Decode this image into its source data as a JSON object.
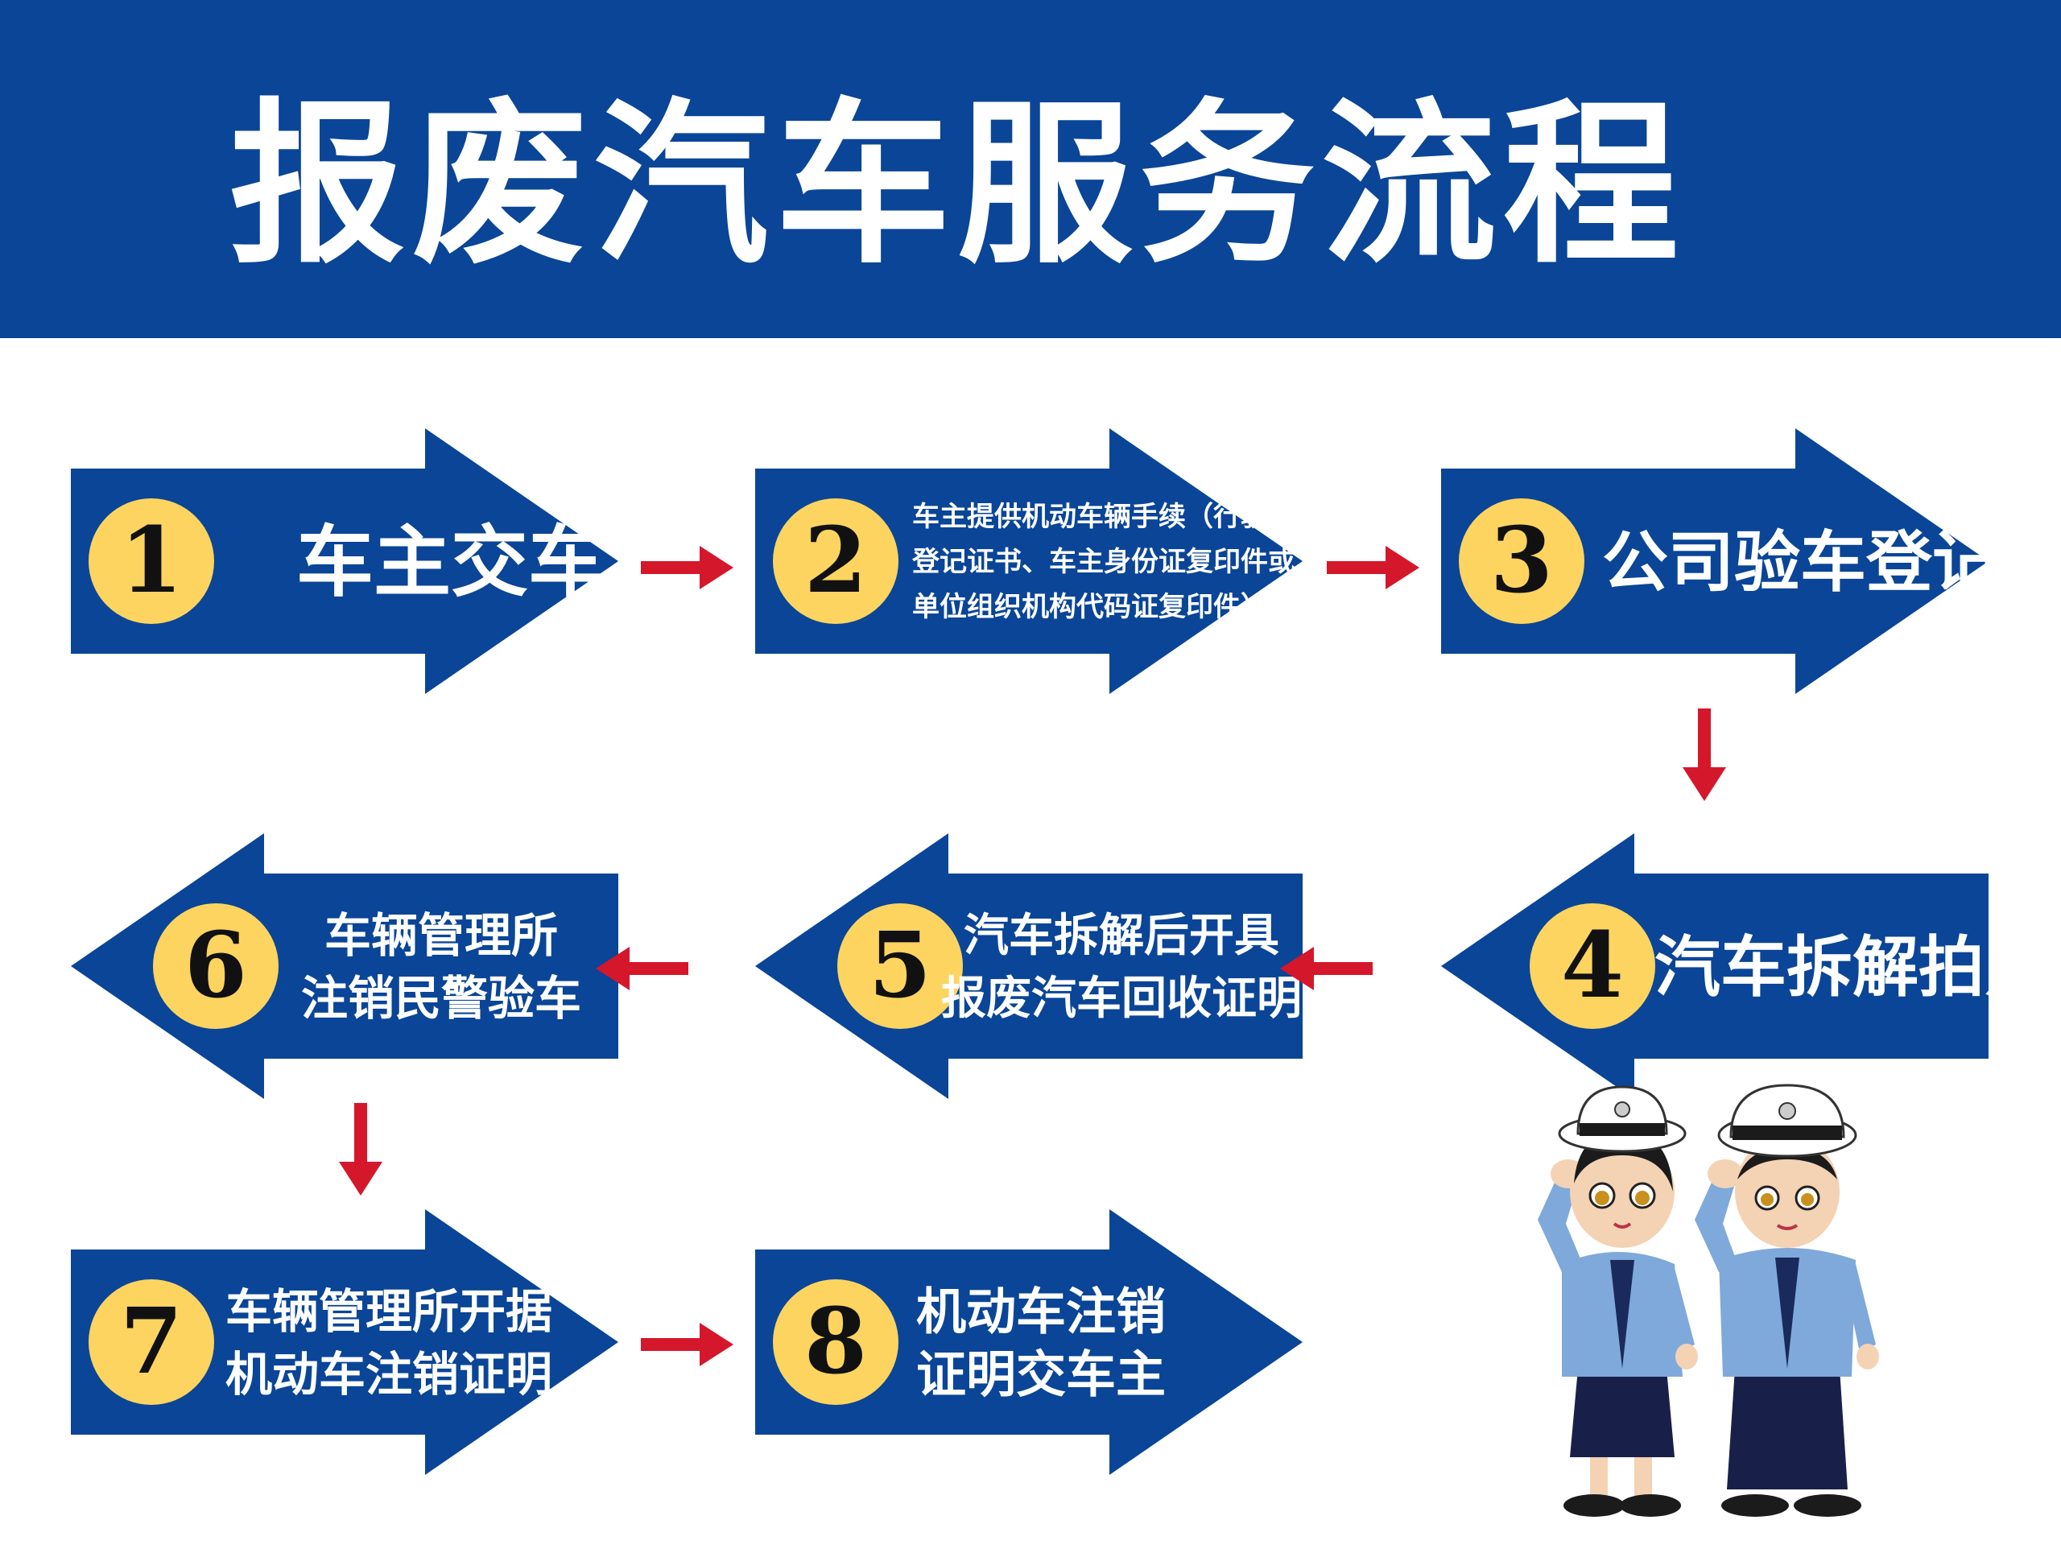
{
  "title": "报废汽车服务流程",
  "colors": {
    "header_bg": "#0a4597",
    "arrow_fill": "#0a4597",
    "number_circle": "#fcd45f",
    "connector": "#d5172b",
    "text": "#ffffff"
  },
  "steps": [
    {
      "number": "1",
      "direction": "right",
      "lines": [
        "车主交车"
      ]
    },
    {
      "number": "2",
      "direction": "right",
      "lines": [
        "车主提供机动车辆手续（行驶证、",
        "登记证书、车主身份证复印件或",
        "单位组织机构代码证复印件）。"
      ]
    },
    {
      "number": "3",
      "direction": "right",
      "lines": [
        "公司验车登记"
      ]
    },
    {
      "number": "4",
      "direction": "left",
      "lines": [
        "汽车拆解拍照"
      ]
    },
    {
      "number": "5",
      "direction": "left",
      "lines": [
        "汽车拆解后开具",
        "报废汽车回收证明"
      ]
    },
    {
      "number": "6",
      "direction": "left",
      "lines": [
        "车辆管理所",
        "注销民警验车"
      ]
    },
    {
      "number": "7",
      "direction": "right",
      "lines": [
        "车辆管理所开据",
        "机动车注销证明"
      ]
    },
    {
      "number": "8",
      "direction": "right",
      "lines": [
        "机动车注销",
        "证明交车主"
      ]
    }
  ],
  "connectors": [
    {
      "from": "1",
      "to": "2",
      "direction": "right"
    },
    {
      "from": "2",
      "to": "3",
      "direction": "right"
    },
    {
      "from": "3",
      "to": "4",
      "direction": "down"
    },
    {
      "from": "4",
      "to": "5",
      "direction": "left"
    },
    {
      "from": "5",
      "to": "6",
      "direction": "left"
    },
    {
      "from": "6",
      "to": "7",
      "direction": "down"
    },
    {
      "from": "7",
      "to": "8",
      "direction": "right"
    }
  ],
  "illustration": {
    "icon": "traffic-police-officers-saluting-icon"
  }
}
